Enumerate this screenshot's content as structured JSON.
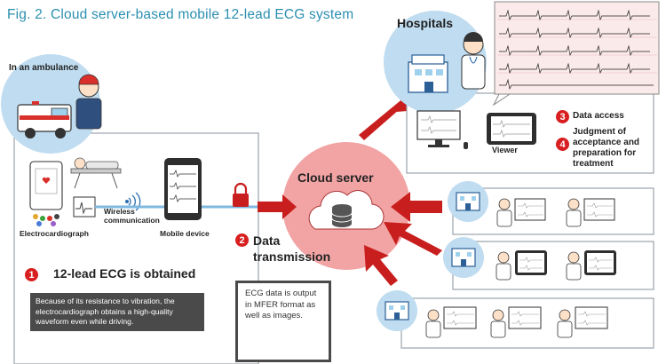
{
  "figure": {
    "title": "Fig. 2. Cloud server-based mobile 12-lead ECG system"
  },
  "ambulance": {
    "label": "In an ambulance",
    "electrocardiograph": "Electrocardiograph",
    "wireless": "Wireless communication",
    "mobile_device": "Mobile device"
  },
  "steps": [
    {
      "number": "1",
      "label": "12-lead ECG is obtained",
      "note": "Because of its resistance to vibration, the electrocardiograph obtains a high-quality waveform even while driving."
    },
    {
      "number": "2",
      "label": "Data transmission",
      "note": "ECG data is output in MFER format as well as images."
    },
    {
      "number": "3",
      "label": "Data access"
    },
    {
      "number": "4",
      "label": "Judgment of acceptance and preparation for treatment"
    }
  ],
  "cloud": {
    "label": "Cloud server"
  },
  "hospitals": {
    "label": "Hospitals",
    "viewer": "Viewer"
  },
  "colors": {
    "title": "#2b8fb0",
    "step": "#d81e1e",
    "arrow": "#c81e1e",
    "cloud": "#f2a4a4",
    "bubble": "#bfdcf0"
  }
}
